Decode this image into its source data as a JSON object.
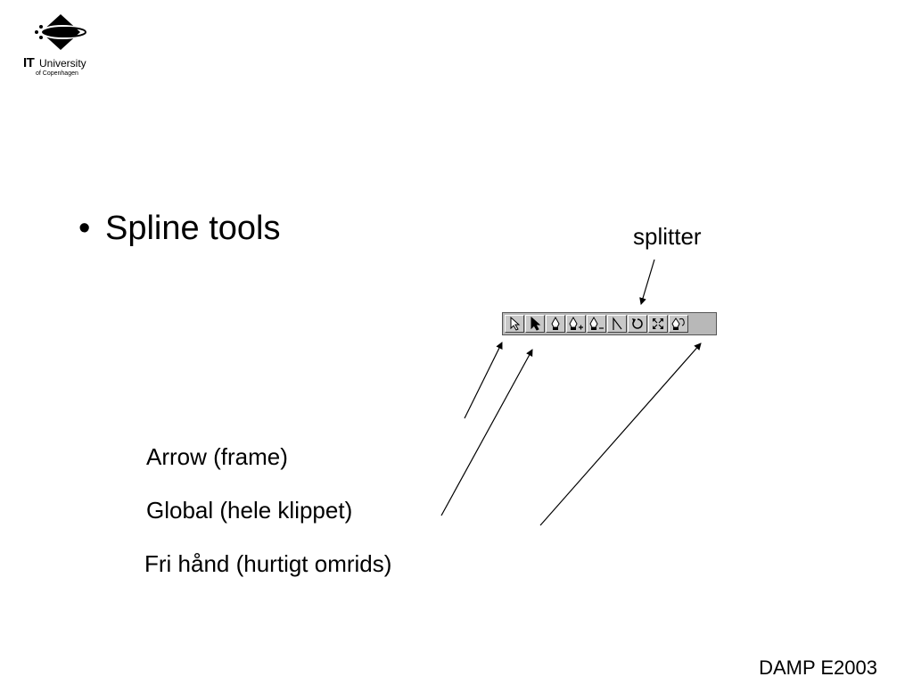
{
  "logo": {
    "it": "IT",
    "university": "University",
    "subtitle": "of Copenhagen"
  },
  "bullet": {
    "marker": "•",
    "text": "Spline tools"
  },
  "labels": {
    "splitter": "splitter",
    "arrow": "Arrow (frame)",
    "global": "Global (hele klippet)",
    "freehand": "Fri hånd (hurtigt omrids)"
  },
  "toolbar": {
    "tools": [
      {
        "icon": "arrow-outline-icon"
      },
      {
        "icon": "arrow-filled-icon"
      },
      {
        "icon": "pen-icon"
      },
      {
        "icon": "pen-add-icon"
      },
      {
        "icon": "pen-remove-icon"
      },
      {
        "icon": "splitter-icon"
      },
      {
        "icon": "rotate-icon"
      },
      {
        "icon": "expand-icon"
      },
      {
        "icon": "freehand-icon"
      }
    ]
  },
  "footer": {
    "text": "DAMP E2003"
  }
}
